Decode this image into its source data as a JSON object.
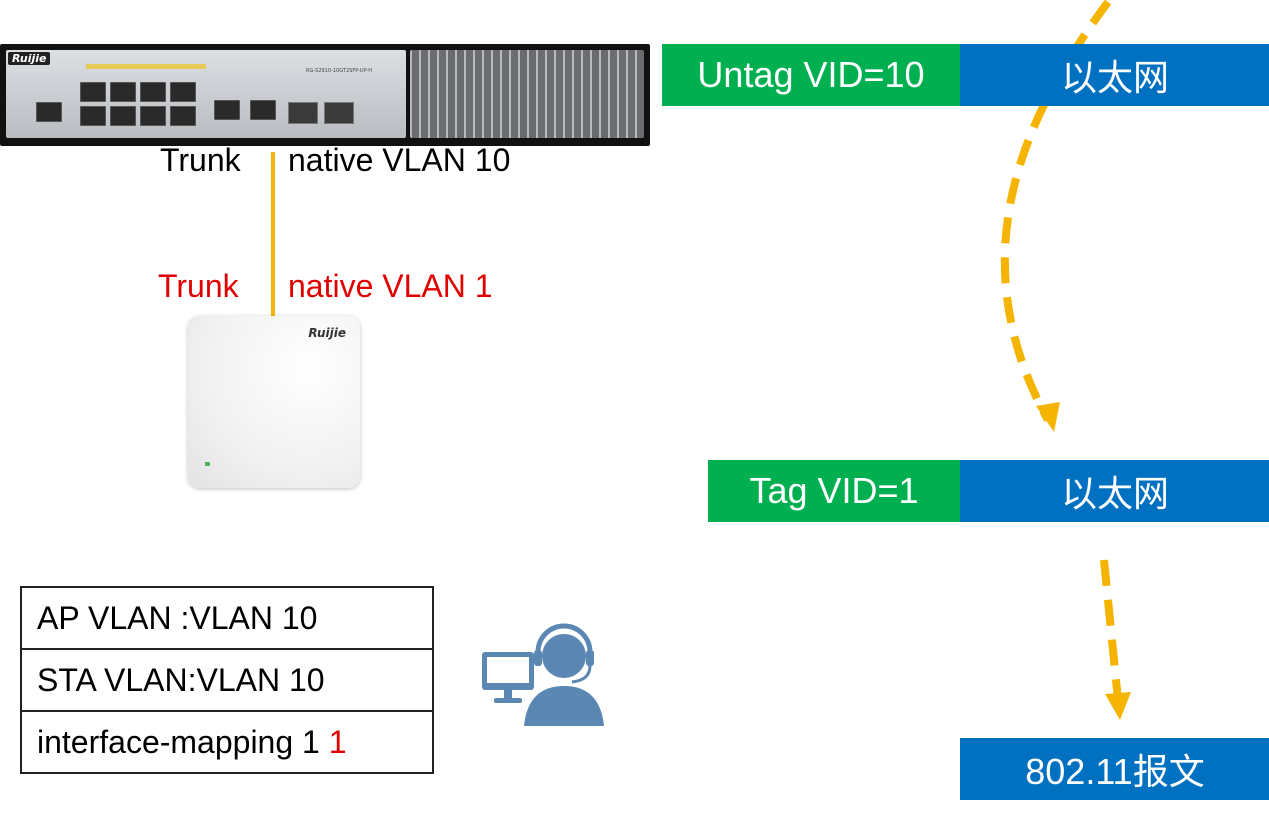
{
  "switch": {
    "brand": "Ruijie",
    "model": "RG-S2910-10GT2SFP-UP-H"
  },
  "labels": {
    "switch_port_mode": "Trunk",
    "switch_native_vlan": "native VLAN 10",
    "ap_port_mode": "Trunk",
    "ap_native_vlan": "native VLAN 1"
  },
  "ap": {
    "brand": "Ruijie"
  },
  "frames": {
    "untag_vid": "Untag VID=10",
    "ethernet_top": "以太网",
    "tag_vid": "Tag VID=1",
    "ethernet_middle": "以太网",
    "wifi_frame": "802.11报文"
  },
  "config": {
    "ap_vlan": "AP VLAN :VLAN 10",
    "sta_vlan": "STA VLAN:VLAN 10",
    "interface_mapping_prefix": "interface-mapping 1 ",
    "interface_mapping_value": "1"
  },
  "colors": {
    "link": "#f5b400",
    "arrow": "#f5b400",
    "tag_green": "#00b050",
    "frame_blue": "#0070c0",
    "highlight_red": "#e00000",
    "user_icon": "#5b87b3"
  },
  "icons": [
    "support-agent-icon"
  ]
}
